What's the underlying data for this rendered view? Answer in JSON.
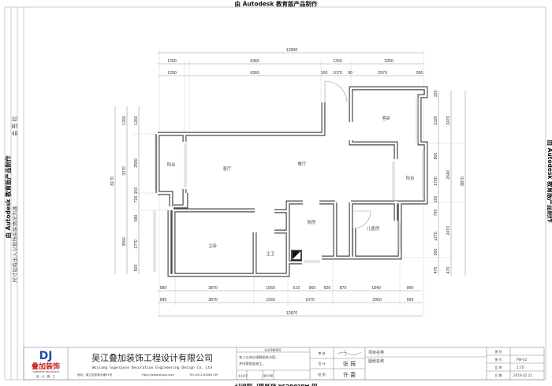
{
  "watermark": "由 Autodesk 教育版产品制作",
  "left_strip": {
    "countersign": "会 签 栏",
    "note": "尺寸如有出入以现场实际情况为准"
  },
  "rooms": {
    "balcony_left": "阳台",
    "living_room": "客厅",
    "dining_room": "餐厅",
    "guest_bedroom": "客卧",
    "balcony_right": "阳台",
    "kitchen": "厨房",
    "kids_room": "儿童房",
    "master_bedroom": "主卧",
    "master_bath": "主卫"
  },
  "dims": {
    "top_total": "12830",
    "top_row1": [
      "1200",
      "6360",
      "1260",
      "3250"
    ],
    "top_row2": [
      "1200",
      "6360",
      "100",
      "1070",
      "90",
      "2970",
      "280"
    ],
    "bottom_row1": [
      "580",
      "3870",
      "1560",
      "510",
      "960",
      "500",
      "870",
      "1840",
      "990"
    ],
    "bottom_row2": [
      "580",
      "3870",
      "1560",
      "1970",
      "2950",
      "990"
    ],
    "bottom_total": "12870",
    "left_total": "8170",
    "left_mid": [
      "1260",
      "3370",
      "3560"
    ],
    "left_inner": [
      "1260",
      "2550",
      "150",
      "720",
      "580",
      "1770",
      "500"
    ],
    "right_inner": [
      "150",
      "2320",
      "800",
      "1700",
      "150",
      "700",
      "1270",
      "500",
      "470"
    ],
    "right_mid": [
      "2470",
      "2640",
      "2470",
      "470"
    ],
    "right_total": "8870"
  },
  "title_block": {
    "logo": {
      "mark": "DJ",
      "name": "叠加装饰",
      "en": "SUPERPOSE DECORATION",
      "slogan": "设 · 计 · 施 · 工"
    },
    "company_cn": "吴江叠加装饰工程设计有限公司",
    "company_en": "Wujiang Superpose Decoration Engineering Design Co. Ltd",
    "address": "地址：吴江区仲英大道91号",
    "website": "Http://www.djzszx.com",
    "tel": "TEL:0512-63061739",
    "owner_opinion_label": "业主审核意见",
    "owner_statement_1": "本人以充分理解图纸内容，",
    "owner_statement_2": "并同意按此施工。",
    "owner_sign_label": "业主签字",
    "confirm_date_label": "确定日期",
    "review_label": "审 核",
    "design_label": "设 计",
    "designer": "张 振",
    "drawing_label": "绘 图",
    "drafter": "许 蕾",
    "project_name_label": "项目名称",
    "drawing_name_label": "图纸名称",
    "category_label": "图 别",
    "number_label": "图 号",
    "number": "PW-02",
    "scale_label": "比 例",
    "scale": "1:70",
    "date_label": "日 期",
    "date": "2019.02.21"
  },
  "colors": {
    "logo_blue": "#1f4fa8",
    "logo_red": "#c8201e",
    "wall": "#4a4a4a"
  }
}
